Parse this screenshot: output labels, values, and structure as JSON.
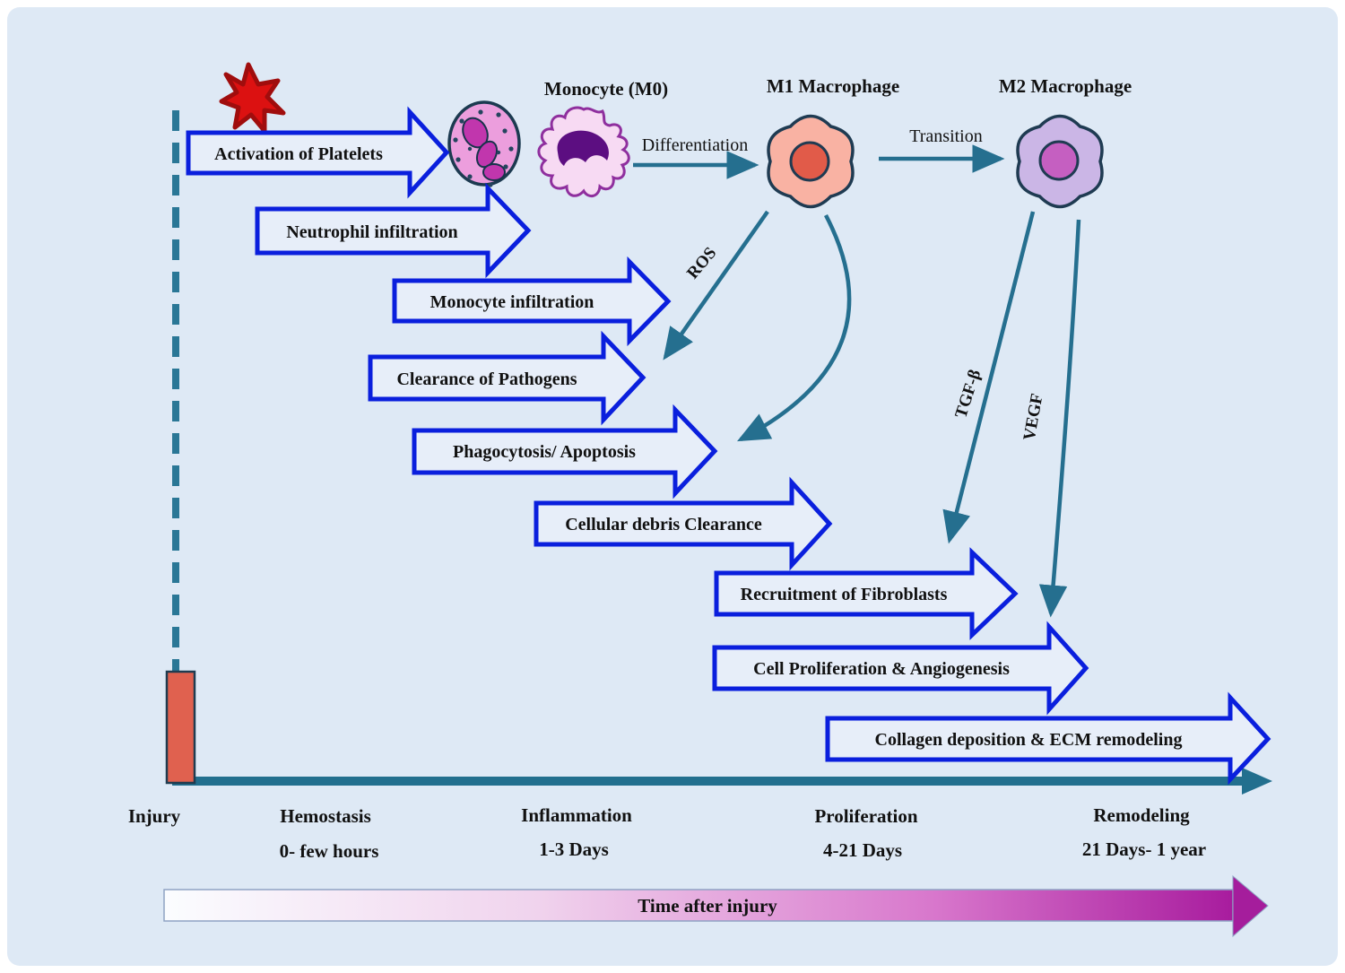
{
  "cells": {
    "monocyte_label": "Monocyte (M0)",
    "m1_label": "M1 Macrophage",
    "m2_label": "M2 Macrophage"
  },
  "transitions": {
    "differentiation": "Differentiation",
    "transition": "Transition"
  },
  "mediators": {
    "ros": "ROS",
    "tgf_beta": "TGF-β",
    "vegf": "VEGF"
  },
  "process_arrows": [
    {
      "label": "Activation of Platelets"
    },
    {
      "label": "Neutrophil infiltration"
    },
    {
      "label": "Monocyte infiltration"
    },
    {
      "label": "Clearance of Pathogens"
    },
    {
      "label": "Phagocytosis/ Apoptosis"
    },
    {
      "label": "Cellular debris Clearance"
    },
    {
      "label": "Recruitment of Fibroblasts"
    },
    {
      "label": "Cell Proliferation & Angiogenesis"
    },
    {
      "label": "Collagen deposition & ECM remodeling"
    }
  ],
  "timeline": {
    "injury_label": "Injury",
    "phases": [
      {
        "name": "Hemostasis",
        "duration": "0- few hours"
      },
      {
        "name": "Inflammation",
        "duration": "1-3 Days"
      },
      {
        "name": "Proliferation",
        "duration": "4-21 Days"
      },
      {
        "name": "Remodeling",
        "duration": "21 Days- 1 year"
      }
    ],
    "axis_label": "Time after injury"
  },
  "colors": {
    "background": "#dee9f5",
    "process_arrow_outline": "#0a1fdd",
    "process_arrow_fill": "#e7eef9",
    "teal": "#256f8f",
    "injury_marker_fill": "#e0614f",
    "platelet_red": "#dc1111",
    "neutrophil_fill": "#ec9edd",
    "monocyte_fill": "#f7daf3",
    "m1_fill": "#f9b2a3",
    "m1_nucleus": "#e15b49",
    "m2_fill": "#cbb6e6",
    "m2_nucleus": "#c55fc1",
    "time_gradient_end": "#a81c9e"
  }
}
